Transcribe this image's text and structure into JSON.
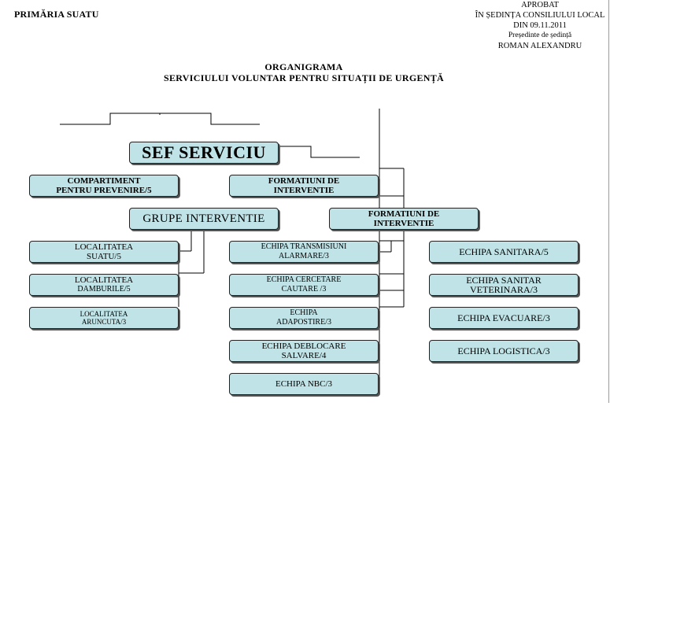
{
  "header": {
    "institution": "PRIMĂRIA SUATU",
    "approval": {
      "line1": "APROBAT",
      "line2": "ÎN ȘEDINȚA CONSILIULUI LOCAL",
      "line3": "DIN  09.11.2011",
      "line4": "Președinte de ședință",
      "line5": "ROMAN ALEXANDRU"
    }
  },
  "title": {
    "line1": "ORGANIGRAMA",
    "line2": "SERVICIULUI VOLUNTAR PENTRU SITUAȚII DE URGENȚĂ"
  },
  "chart": {
    "head": "SEF SERVICIU",
    "compartment": {
      "line1": "COMPARTIMENT",
      "line2": "PENTRU PREVENIRE/5"
    },
    "formations_top": {
      "line1": "FORMATIUNI DE",
      "line2": "INTERVENTIE"
    },
    "groups": "GRUPE  INTERVENTIE",
    "formations_mid": {
      "line1": "FORMATIUNI DE",
      "line2": "INTERVENTIE"
    },
    "localities": [
      {
        "line1": "LOCALITATEA",
        "line2": "SUATU/5"
      },
      {
        "line1": "LOCALITATEA",
        "line2": "DAMBURILE/5"
      },
      {
        "line1": "LOCALITATEA",
        "line2": "ARUNCUTA/3"
      }
    ],
    "teams_left": [
      {
        "line1": "ECHIPA TRANSMISIUNI",
        "line2": "ALARMARE/3"
      },
      {
        "line1": "ECHIPA CERCETARE",
        "line2": "CAUTARE /3"
      },
      {
        "line1": "ECHIPA",
        "line2": "ADAPOSTIRE/3"
      },
      {
        "line1": "ECHIPA DEBLOCARE",
        "line2": "SALVARE/4"
      },
      {
        "line1": "ECHIPA NBC/3",
        "line2": ""
      }
    ],
    "teams_right": [
      {
        "line1": "ECHIPA SANITARA/5",
        "line2": ""
      },
      {
        "line1": "ECHIPA SANITAR",
        "line2": "VETERINARA/3"
      },
      {
        "line1": "ECHIPA EVACUARE/3",
        "line2": ""
      },
      {
        "line1": "ECHIPA LOGISTICA/3",
        "line2": ""
      }
    ]
  },
  "colors": {
    "box_fill": "#bfe3e6",
    "box_border": "#222222",
    "shadow": "#555555"
  }
}
